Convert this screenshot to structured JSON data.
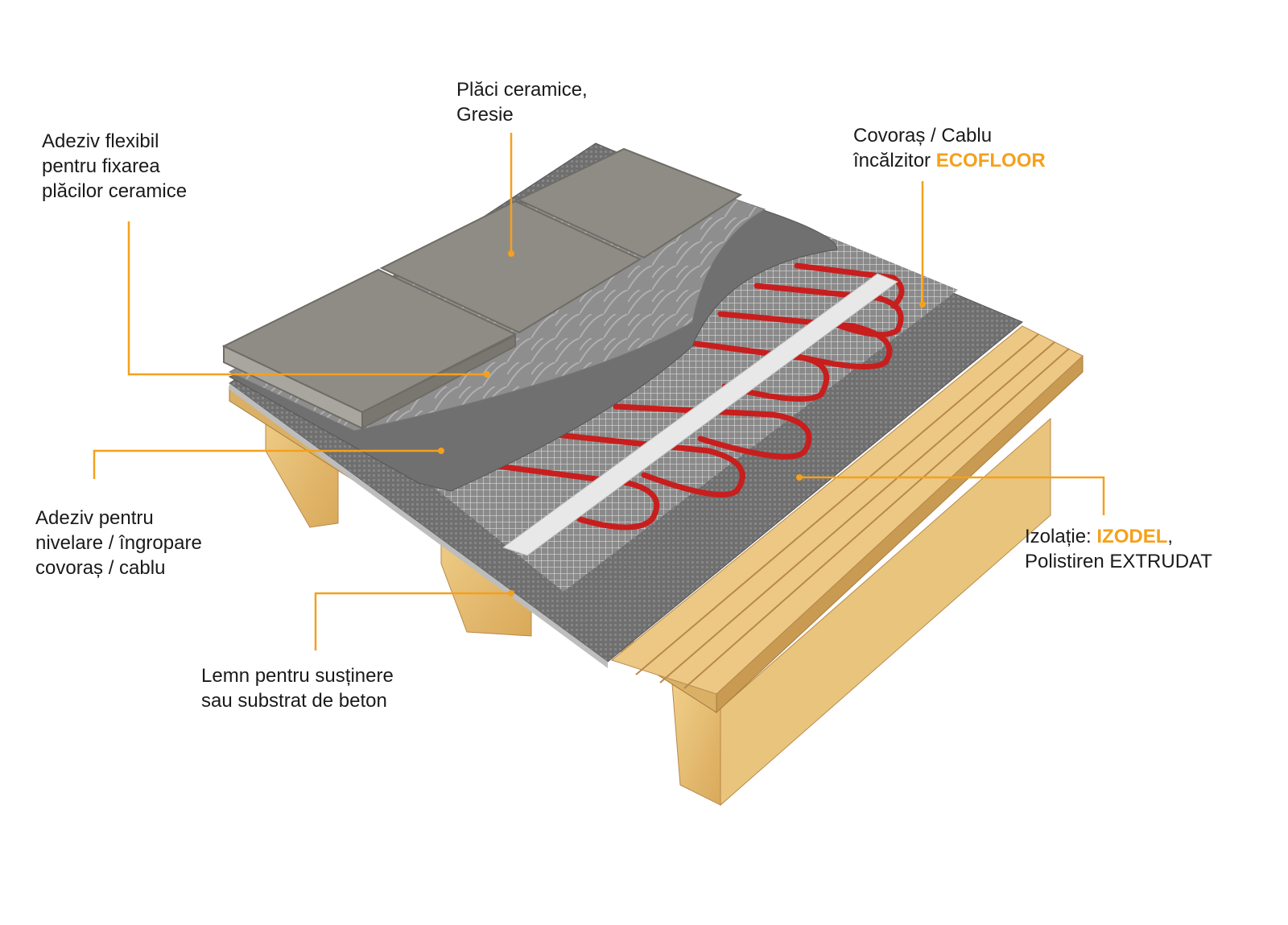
{
  "colors": {
    "accent": "#f5a01c",
    "cable": "#c81e1e",
    "wood": "#e3bd74",
    "tile": "#8f8c86"
  },
  "labels": {
    "tiles": {
      "line1": "Plăci ceramice,",
      "line2": "Gresie"
    },
    "flex_adhesive": {
      "line1": "Adeziv flexibil",
      "line2": "pentru fixarea",
      "line3": "plăcilor ceramice"
    },
    "heating": {
      "line1": "Covoraș / Cablu",
      "line2_prefix": "încălzitor ",
      "brand": "ECOFLOOR"
    },
    "leveling_adhesive": {
      "line1": "Adeziv pentru",
      "line2": "nivelare / îngropare",
      "line3": "covoraș / cablu"
    },
    "insulation": {
      "prefix": "Izolație: ",
      "brand": "IZODEL",
      "suffix": ",",
      "line2": "Polistiren EXTRUDAT"
    },
    "support": {
      "line1": "Lemn pentru susținere",
      "line2": "sau substrat de beton"
    }
  }
}
